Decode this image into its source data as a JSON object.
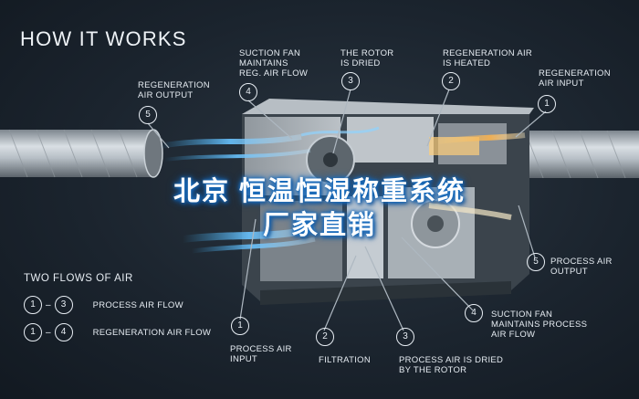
{
  "title": "HOW IT WORKS",
  "callouts_top": [
    {
      "num": "5",
      "label": "REGENERATION\nAIR OUTPUT"
    },
    {
      "num": "4",
      "label": "SUCTION FAN\nMAINTAINS\nREG. AIR FLOW"
    },
    {
      "num": "3",
      "label": "THE ROTOR\nIS DRIED"
    },
    {
      "num": "2",
      "label": "REGENERATION AIR\nIS HEATED"
    },
    {
      "num": "1",
      "label": "REGENERATION\nAIR INPUT"
    }
  ],
  "callouts_bottom": [
    {
      "num": "5",
      "label": "PROCESS AIR\nOUTPUT"
    },
    {
      "num": "4",
      "label": "SUCTION FAN\nMAINTAINS PROCESS\nAIR FLOW"
    },
    {
      "num": "1",
      "label": "PROCESS AIR\nINPUT"
    },
    {
      "num": "2",
      "label": "FILTRATION"
    },
    {
      "num": "3",
      "label": "PROCESS AIR IS DRIED\nBY THE ROTOR"
    }
  ],
  "legend": {
    "title": "TWO FLOWS OF AIR",
    "rows": [
      {
        "from": "1",
        "to": "3",
        "label": "PROCESS AIR FLOW"
      },
      {
        "from": "1",
        "to": "4",
        "label": "REGENERATION AIR FLOW"
      }
    ]
  },
  "banner": {
    "line1": "北京  恒温恒湿称重系统",
    "line2": "厂家直销"
  }
}
